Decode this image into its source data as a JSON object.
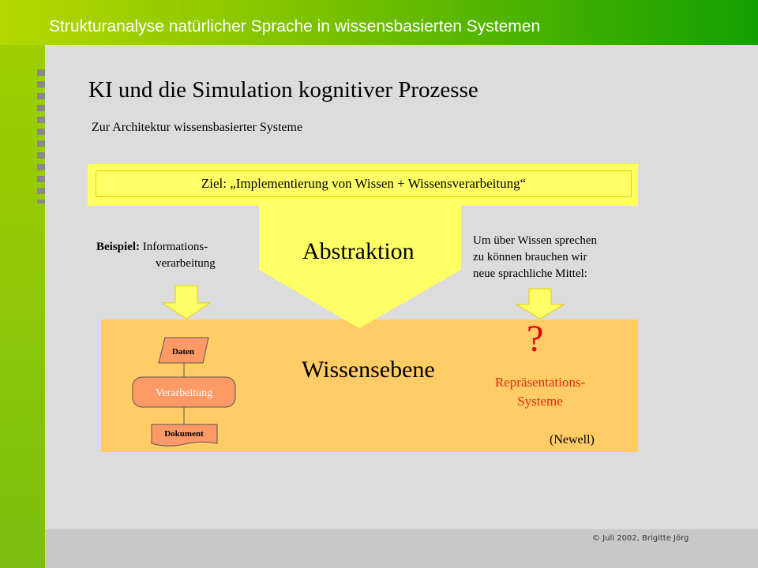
{
  "header": {
    "title": "Strukturanalyse natürlicher Sprache in wissensbasierten Systemen"
  },
  "slide": {
    "title": "KI und die Simulation kognitiver Prozesse",
    "subtitle": "Zur Architektur wissensbasierter  Systeme",
    "goal": "Ziel: „Implementierung von Wissen + Wissensverarbeitung“",
    "abstraktion": "Abstraktion",
    "beispiel_label": "Beispiel:",
    "beispiel_line1": "Informations-",
    "beispiel_line2": "verarbeitung",
    "um_lines": [
      "Um über Wissen sprechen",
      "zu können brauchen wir",
      "neue sprachliche Mittel:"
    ],
    "wissensebene": "Wissensebene",
    "question": "?",
    "repr_line1": "Repräsentations-",
    "repr_line2": "Systeme",
    "newell": "(Newell)",
    "flow": {
      "daten": "Daten",
      "verarbeitung": "Verarbeitung",
      "dokument": "Dokument"
    }
  },
  "footer": {
    "copyright": "© Juli 2002, Brigitte Jörg"
  },
  "colors": {
    "goal_yellow": "#ffff66",
    "knowledge_orange": "#ffcc66",
    "flow_box": "#ff9966",
    "accent_red": "#e00000"
  }
}
